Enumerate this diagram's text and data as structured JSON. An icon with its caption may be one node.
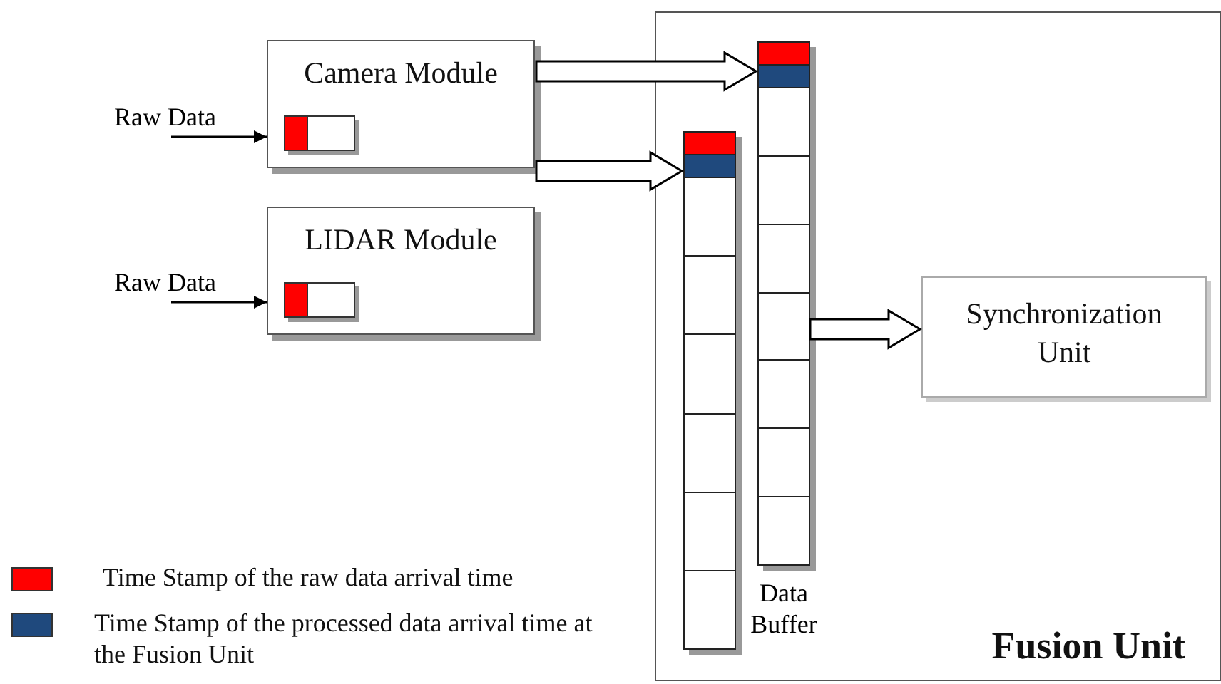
{
  "diagram": {
    "nodes": [
      {
        "text": [
          "Raw Data"
        ]
      },
      {
        "text": [
          "Camera Module"
        ]
      },
      {
        "text": [
          "Raw Data"
        ]
      },
      {
        "text": [
          "LIDAR Module"
        ]
      },
      {
        "text": [
          "Fusion Unit"
        ]
      },
      {
        "text": [],
        "shape": "bar",
        "in": 4,
        "beside": [
          "Data Buffer"
        ]
      },
      {
        "text": [],
        "shape": "bar",
        "in": 4
      },
      {
        "text": [
          "Synchronization Unit"
        ],
        "in": 4
      }
    ],
    "edges": [
      {
        "from": 0,
        "to": 1,
        "arrow": "to"
      },
      {
        "from": 2,
        "to": 3,
        "arrow": "to"
      },
      {
        "from": 1,
        "to": 5,
        "arrow": "to"
      },
      {
        "from": 1,
        "to": 6,
        "arrow": "to"
      },
      {
        "from": 5,
        "to": 7,
        "arrow": "to"
      }
    ],
    "legend": [
      {
        "text": "Time Stamp of the raw data arrival time",
        "color": "#ff0000"
      },
      {
        "text": "Time Stamp of the processed data arrival time at the Fusion Unit",
        "color": "#1f497d"
      }
    ]
  }
}
